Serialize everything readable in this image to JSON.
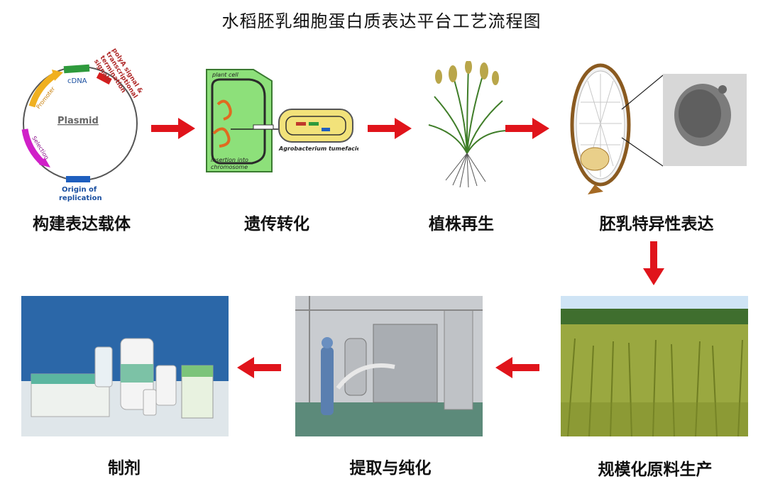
{
  "title": "水稻胚乳细胞蛋白质表达平台工艺流程图",
  "steps": [
    {
      "label": "构建表达载体"
    },
    {
      "label": "遗传转化"
    },
    {
      "label": "植株再生"
    },
    {
      "label": "胚乳特异性表达"
    },
    {
      "label": "规模化原料生产"
    },
    {
      "label": "提取与纯化"
    },
    {
      "label": "制剂"
    }
  ],
  "plasmid": {
    "name": "Plasmid",
    "cdna": "cDNA",
    "promoter": "Promoter",
    "selection": "Selection",
    "origin": "Origin of\nreplication",
    "origin_line1": "Origin of",
    "origin_line2": "replication",
    "polya1": "polyA signal &",
    "polya2": "transcriptional",
    "polya3": "termination",
    "polya4": "signals"
  },
  "transformation": {
    "plant_cell": "plant cell",
    "insertion1": "insertion into",
    "insertion2": "chromosome",
    "agro": "Agrobacterium tumefaciens"
  },
  "colors": {
    "arrow": "#e0141b",
    "plasmid_green": "#2e9a3c",
    "plasmid_red": "#d61e1e",
    "plasmid_blue": "#1f5fbf",
    "promoter": "#f0b020",
    "selection": "#d020c8",
    "cell_green": "#8de07a",
    "agro_yellow": "#f2e27a"
  }
}
